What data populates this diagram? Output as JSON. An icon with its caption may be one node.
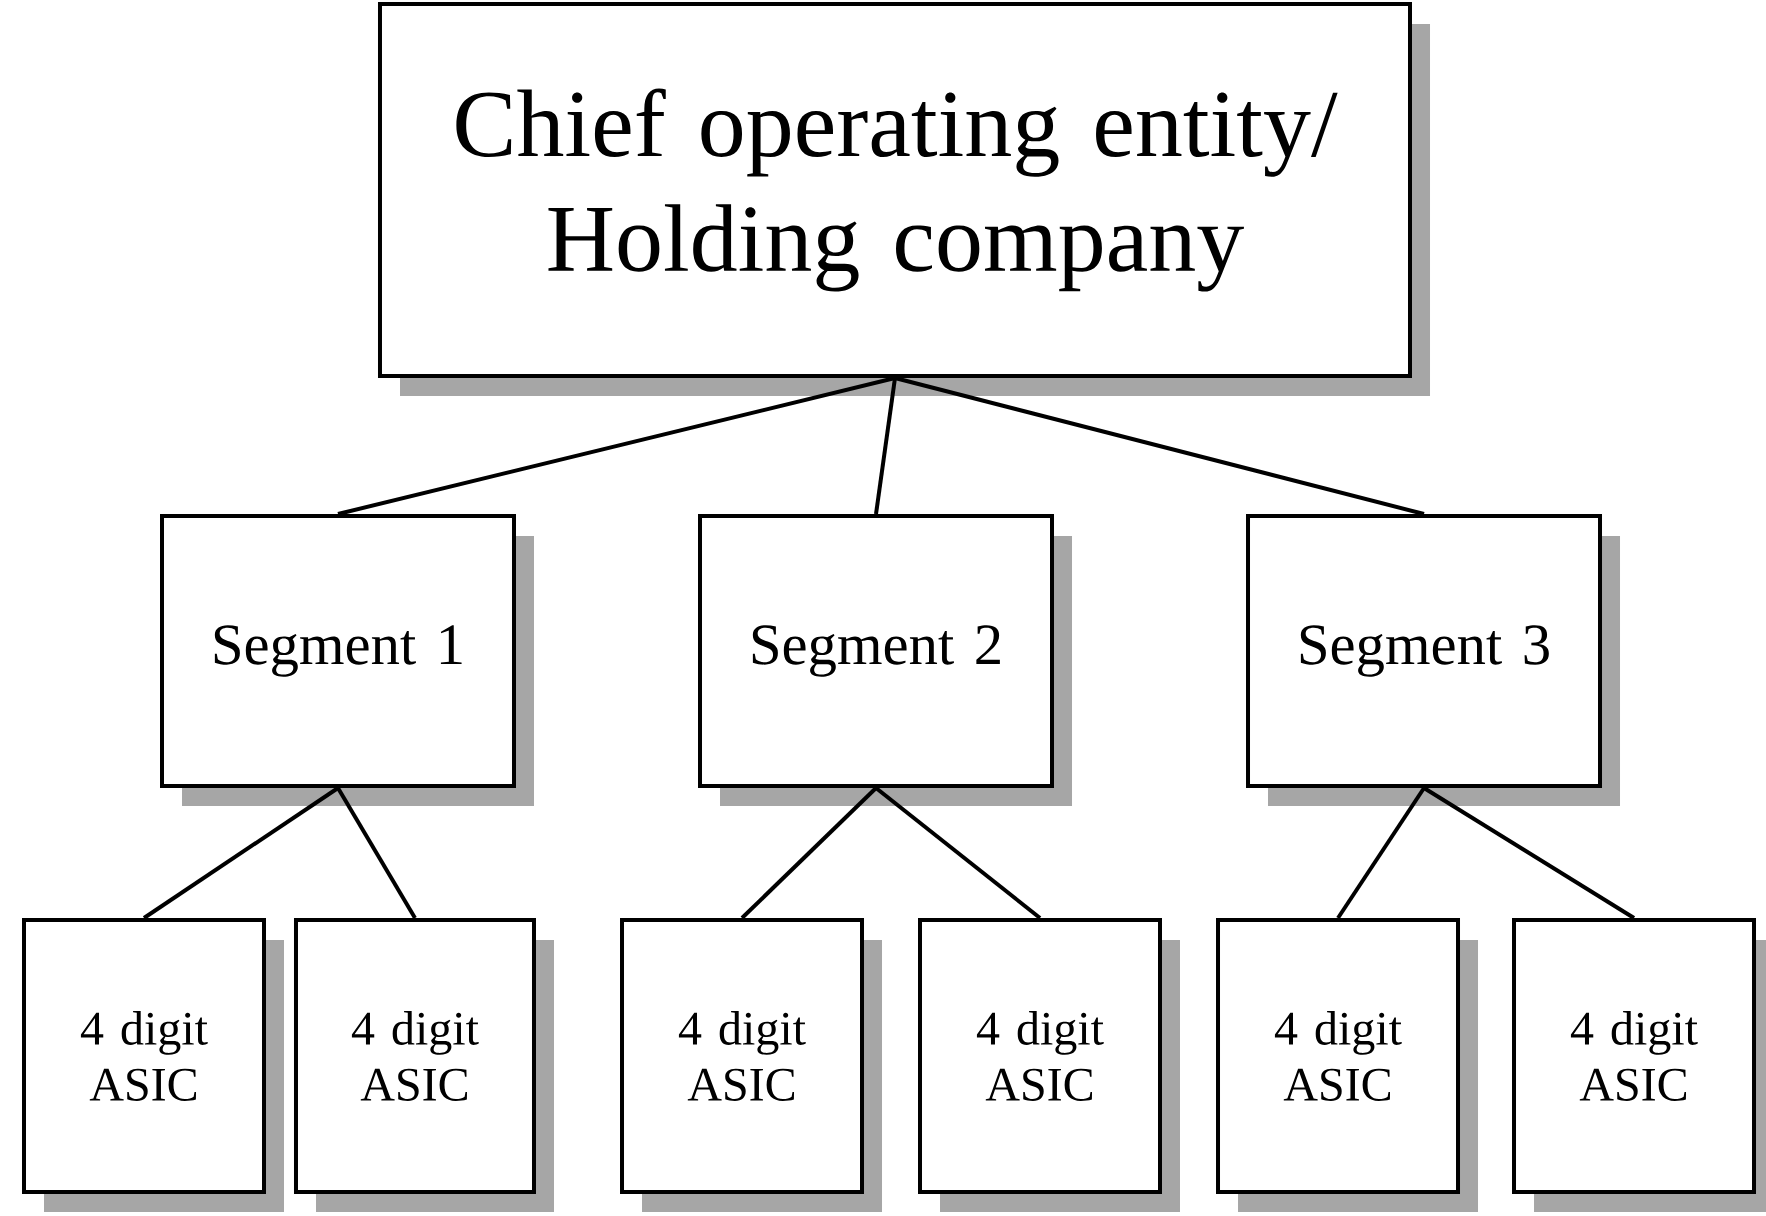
{
  "diagram": {
    "nodes": [
      {
        "text": [
          "Chief operating entity/ Holding company"
        ]
      },
      {
        "text": [
          "Segment 1"
        ]
      },
      {
        "text": [
          "Segment 2"
        ]
      },
      {
        "text": [
          "Segment 3"
        ]
      },
      {
        "text": [
          "4 digit ASIC"
        ]
      },
      {
        "text": [
          "4 digit ASIC"
        ]
      },
      {
        "text": [
          "4 digit ASIC"
        ]
      },
      {
        "text": [
          "4 digit ASIC"
        ]
      },
      {
        "text": [
          "4 digit ASIC"
        ]
      },
      {
        "text": [
          "4 digit ASIC"
        ]
      }
    ],
    "edges": [
      {
        "from": 0,
        "to": 1,
        "arrow": "none"
      },
      {
        "from": 0,
        "to": 2,
        "arrow": "none"
      },
      {
        "from": 0,
        "to": 3,
        "arrow": "none"
      },
      {
        "from": 1,
        "to": 4,
        "arrow": "none"
      },
      {
        "from": 1,
        "to": 5,
        "arrow": "none"
      },
      {
        "from": 2,
        "to": 6,
        "arrow": "none"
      },
      {
        "from": 2,
        "to": 7,
        "arrow": "none"
      },
      {
        "from": 3,
        "to": 8,
        "arrow": "none"
      },
      {
        "from": 3,
        "to": 9,
        "arrow": "none"
      }
    ]
  }
}
